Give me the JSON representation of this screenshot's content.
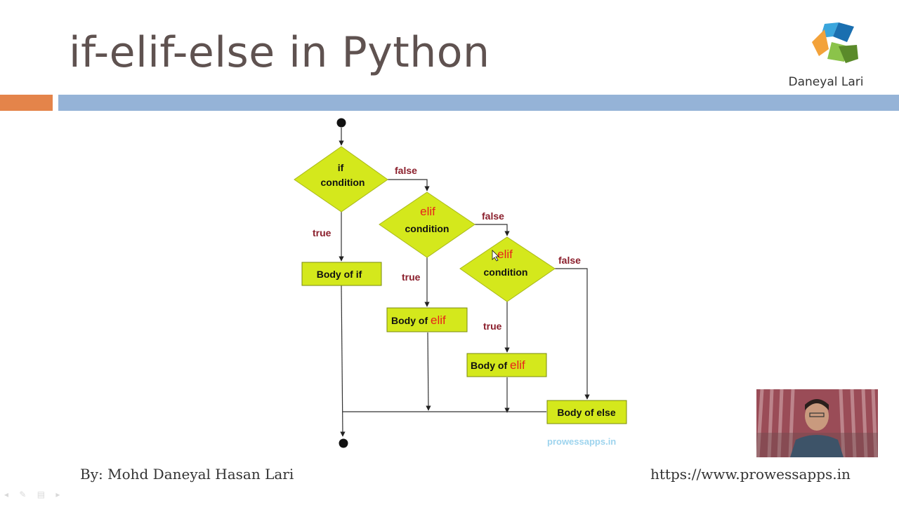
{
  "slide": {
    "title": "if-elif-else in Python",
    "brand": "Daneyal Lari",
    "author": "By: Mohd Daneyal Hasan Lari",
    "url": "https://www.prowessapps.in"
  },
  "flowchart": {
    "if_node": [
      "if",
      "condition"
    ],
    "elif1_node": {
      "keyword": "elif",
      "text": "condition"
    },
    "elif2_node": {
      "keyword": "elif",
      "text": "condition"
    },
    "body_if": "Body of if",
    "body_elif1": {
      "prefix": "Body of ",
      "keyword": "elif"
    },
    "body_elif2": {
      "prefix": "Body of ",
      "keyword": "elif"
    },
    "body_else": "Body of else",
    "labels": {
      "true": "true",
      "false": "false"
    },
    "watermark": "prowessapps.in"
  },
  "colors": {
    "node_fill": "#d4e81c",
    "edge_label": "#8b1f2c",
    "keyword": "#e8241a",
    "watermark": "#9ed4ee",
    "accent_orange": "#e4844a",
    "accent_blue": "#95b3d7"
  },
  "icons": {
    "logo": "cube-logo-icon",
    "presenter": "webcam-presenter-icon",
    "nav": "slide-nav-icons"
  }
}
